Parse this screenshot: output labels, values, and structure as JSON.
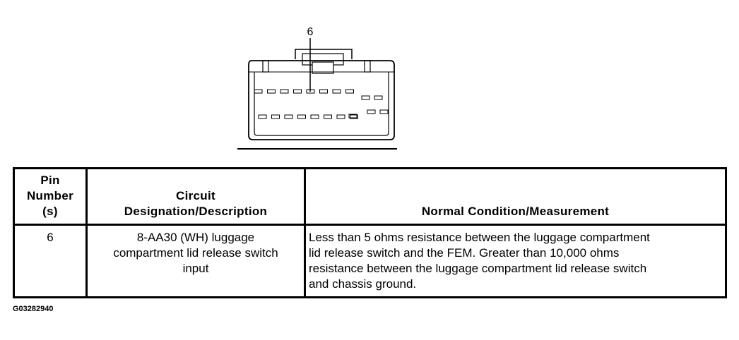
{
  "diagram": {
    "pin_callout": "6"
  },
  "table": {
    "headers": {
      "pin": "Pin\nNumber\n(s)",
      "circuit": "Circuit\nDesignation/Description",
      "measurement": "Normal Condition/Measurement"
    },
    "rows": [
      {
        "pin": "6",
        "circuit": "8-AA30 (WH) luggage\ncompartment lid release switch\ninput",
        "measurement": "Less than 5 ohms resistance between the luggage compartment\nlid release switch and the FEM. Greater than 10,000 ohms\nresistance between the luggage compartment lid release switch\nand chassis ground."
      }
    ]
  },
  "figure_id": "G03282940"
}
